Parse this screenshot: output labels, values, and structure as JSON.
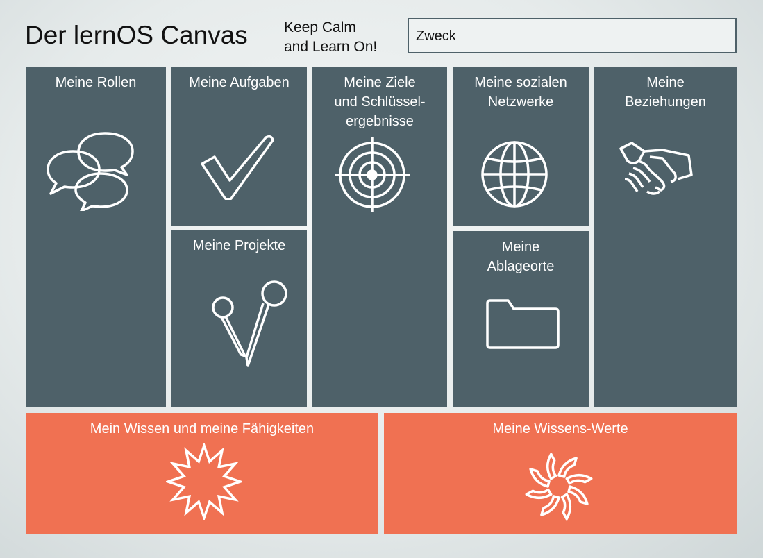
{
  "header": {
    "title": "Der lernOS Canvas",
    "tagline": "Keep Calm\nand Learn On!",
    "purpose_label": "Zweck"
  },
  "colors": {
    "panel": "#4e6169",
    "accent": "#f07152",
    "icon_stroke": "#ffffff"
  },
  "sections": {
    "roles": {
      "label": "Meine Rollen",
      "icon": "speech-bubbles-icon"
    },
    "tasks": {
      "label": "Meine Aufgaben",
      "icon": "checkmark-icon"
    },
    "projects": {
      "label": "Meine Projekte",
      "icon": "pushpins-icon"
    },
    "goals": {
      "label": "Meine Ziele\nund Schlüssel-\nergebnisse",
      "icon": "target-icon"
    },
    "networks": {
      "label": "Meine sozialen\nNetzwerke",
      "icon": "globe-icon"
    },
    "storage": {
      "label": "Meine\nAblageorte",
      "icon": "folder-icon"
    },
    "relationships": {
      "label": "Meine\nBeziehungen",
      "icon": "handshake-icon"
    },
    "knowledge": {
      "label": "Mein Wissen und meine Fähigkeiten",
      "icon": "starburst-icon"
    },
    "values": {
      "label": "Meine Wissens-Werte",
      "icon": "pinwheel-icon"
    }
  }
}
